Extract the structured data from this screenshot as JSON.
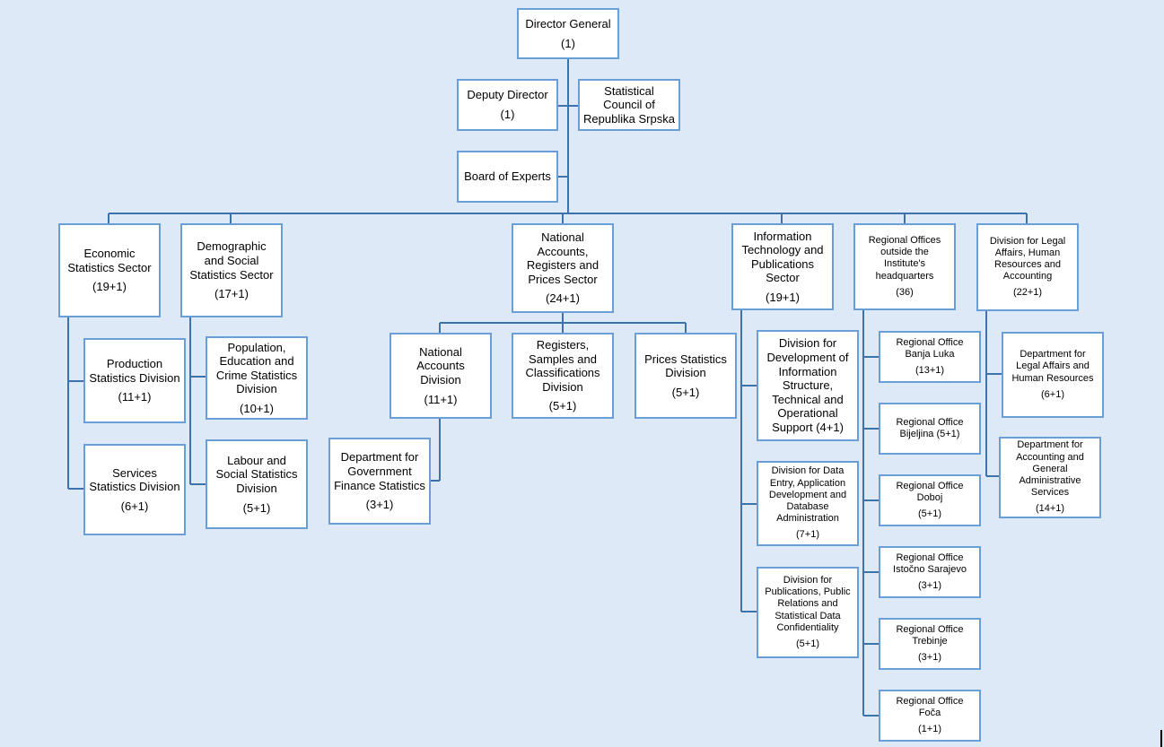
{
  "chart": {
    "director_general": {
      "title": "Director General",
      "count": "(1)"
    },
    "deputy_director": {
      "title": "Deputy Director",
      "count": "(1)"
    },
    "statistical_council": {
      "title": "Statistical Council of Republika Srpska"
    },
    "board_of_experts": {
      "title": "Board of Experts"
    },
    "economic_sector": {
      "title": "Economic Statistics Sector",
      "count": "(19+1)"
    },
    "production_division": {
      "title": "Production Statistics Division",
      "count": "(11+1)"
    },
    "services_division": {
      "title": "Services Statistics Division",
      "count": "(6+1)"
    },
    "demographic_sector": {
      "title": "Demographic and Social Statistics Sector",
      "count": "(17+1)"
    },
    "population_division": {
      "title": "Population, Education and Crime Statistics Division",
      "count": "(10+1)"
    },
    "labour_division": {
      "title": "Labour and Social Statistics Division",
      "count": "(5+1)"
    },
    "national_accounts_sector": {
      "title": "National Accounts, Registers and Prices Sector",
      "count": "(24+1)"
    },
    "national_accounts_division": {
      "title": "National Accounts Division",
      "count": "(11+1)"
    },
    "registers_division": {
      "title": "Registers, Samples and Classifications Division",
      "count": "(5+1)"
    },
    "prices_division": {
      "title": "Prices Statistics Division",
      "count": "(5+1)"
    },
    "gov_finance_department": {
      "title": "Department for Government Finance Statistics",
      "count": "(3+1)"
    },
    "it_sector": {
      "title": "Information Technology and Publications Sector",
      "count": "(19+1)"
    },
    "it_dev_division": {
      "title": "Division for Development of Information Structure, Technical and Operational Support (4+1)"
    },
    "data_entry_division": {
      "title": "Division for Data Entry, Application Development and Database Administration",
      "count": "(7+1)"
    },
    "publications_division": {
      "title": "Division for Publications, Public Relations and Statistical Data Confidentiality",
      "count": "(5+1)"
    },
    "regional_offices": {
      "title": "Regional Offices outside the Institute's headquarters",
      "count": "(36)"
    },
    "office_banja_luka": {
      "title": "Regional Office Banja Luka",
      "count": "(13+1)"
    },
    "office_bijeljina": {
      "title": "Regional Office Bijeljina (5+1)"
    },
    "office_doboj": {
      "title": "Regional Office Doboj",
      "count": "(5+1)"
    },
    "office_istocno_sarajevo": {
      "title": "Regional Office Istočno Sarajevo",
      "count": "(3+1)"
    },
    "office_trebinje": {
      "title": "Regional Office Trebinje",
      "count": "(3+1)"
    },
    "office_foca": {
      "title": "Regional Office Foča",
      "count": "(1+1)"
    },
    "legal_division": {
      "title": "Division for Legal Affairs, Human Resources and Accounting",
      "count": "(22+1)"
    },
    "legal_department": {
      "title": "Department for Legal Affairs and Human Resources",
      "count": "(6+1)"
    },
    "accounting_department": {
      "title": "Department for Accounting and General Administrative Services",
      "count": "(14+1)"
    }
  },
  "colors": {
    "background": "#dde9f6",
    "box_border": "#6a9ed8",
    "connector": "#3d72ad"
  }
}
